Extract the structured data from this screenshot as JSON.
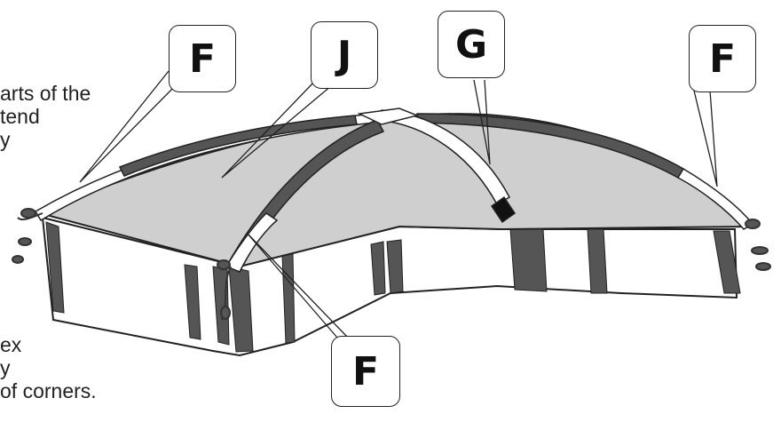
{
  "side_text": {
    "top_lines": [
      "arts of the",
      "tend",
      "y"
    ],
    "bottom_lines": [
      "ex",
      "y",
      "of corners."
    ]
  },
  "callouts": {
    "f_left": "F",
    "j": "J",
    "g": "G",
    "f_right": "F",
    "f_bottom": "F"
  },
  "colors": {
    "canopy_fill": "#cfcfcf",
    "frame_dark": "#555555",
    "outline": "#222222"
  }
}
